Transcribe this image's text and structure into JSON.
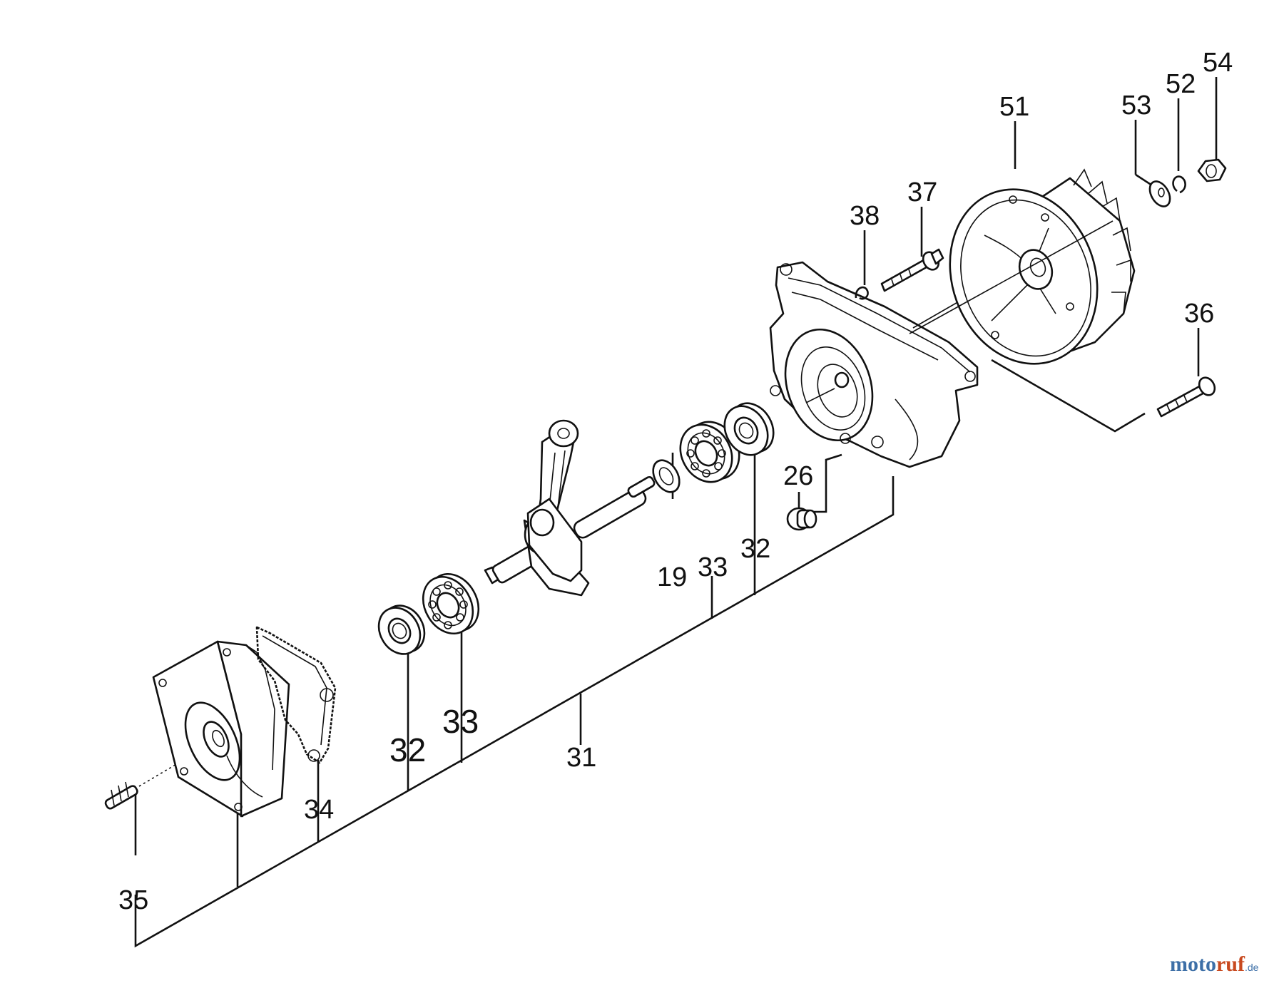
{
  "labels": {
    "p54": "54",
    "p52": "52",
    "p53": "53",
    "p51": "51",
    "p37": "37",
    "p38": "38",
    "p36": "36",
    "p26": "26",
    "p19": "19",
    "p33a": "33",
    "p32a": "32",
    "p33b": "33",
    "p32b": "32",
    "p31": "31",
    "p34": "34",
    "p35": "35"
  },
  "watermark": {
    "part1": "moto",
    "part2": "ruf",
    "suffix": ".de"
  }
}
